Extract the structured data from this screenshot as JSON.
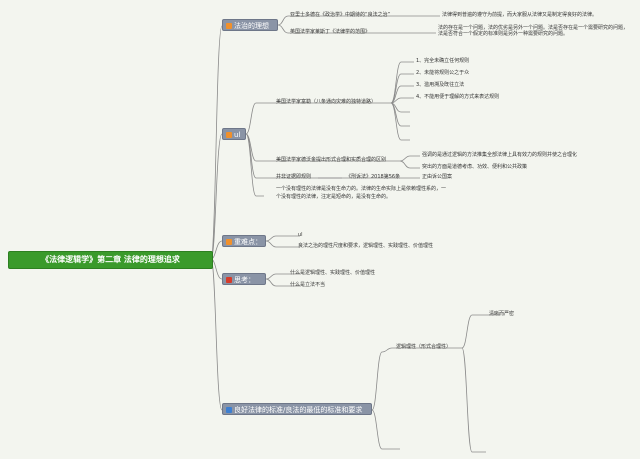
{
  "root": "《法律逻辑学》第二章 法律的理想追求",
  "branches": {
    "b1": {
      "label": "法治的理想",
      "icon": "home-icon",
      "items": [
        "亚里士多德在《政治学》中期待的“良法之治”",
        "法律得到普遍的遵守为前提，而大家服从法律又是制定得良好的法律。",
        "英国法学家莱斯丁《法律学的范围》",
        "法的存在是一个问题，法的优劣是另外一个问题。法是否存在是一个需要研究的问题，法是否符合一个假定的标准则是另外一种需要研究的问题。"
      ]
    },
    "b2": {
      "label": "ul",
      "icon": "home-icon",
      "fuller_intro": "美国法学家富勒（八条通向灾难的独特道路）",
      "numbered": [
        "1、完全未确立任何规则",
        "2、未能将规则公之于众",
        "3、滥用溯及既往立法",
        "4、不能用便于理解的方式来表达规则"
      ],
      "item2": "美国法学家德沃金提出形式合理和实质合理的区别",
      "sub2": [
        "强调的是通过逻辑的方法推集全部法律上具有效力的规则并使之合理化",
        "突出的方面是道德考虑、功效、便利和公共政策"
      ],
      "item3": "并非证据即规则",
      "item3_mid": "《刑诉法》2018第56条",
      "item3_right": "正由诉公国案",
      "item4_a": "一个没有理性的法律是没有生命力的。法律的生命实际上是依赖理性系的，一",
      "item4_b": "个没有理性的法律，注定是短命的，是没有生命的。"
    },
    "b3": {
      "label": "重难点：",
      "icon": "orange-square-icon",
      "items": [
        "ul",
        "良法之治的理性尺度和要求，逻辑理性、实践理性、价值理性"
      ]
    },
    "b4": {
      "label": "思考：",
      "icon": "red-square-icon",
      "items": [
        "什么是逻辑理性、实践理性、价值理性",
        "什么是立法不当"
      ]
    },
    "b5": {
      "label": "良好法律的标准/良法的最低的标准和要求",
      "icon": "blue-square-icon",
      "sub": "逻辑理性（形式合理性）",
      "leaf": "清晰而严密"
    }
  }
}
